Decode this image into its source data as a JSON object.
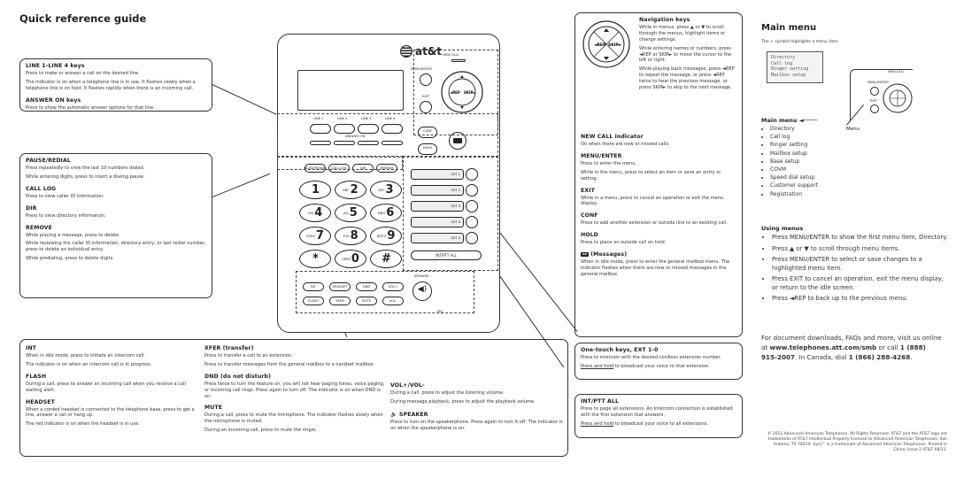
{
  "title": "Quick reference guide",
  "left_box1": {
    "s1_h": "LINE 1-LINE 4 keys",
    "s1_p1": "Press to make or answer a call on the desired line.",
    "s1_p2": "The indicator is on when a telephone line is in use. It flashes slowly when a telephone line is on hold. It flashes rapidly when there is an incoming call.",
    "s2_h": "ANSWER ON keys",
    "s2_p1": "Press to show the automatic answer options for that line."
  },
  "left_box2": {
    "s1_h": "PAUSE/REDIAL",
    "s1_p1": "Press repeatedly to view the last 10 numbers dialed.",
    "s1_p2": "While entering digits, press to insert a dialing pause.",
    "s2_h": "CALL LOG",
    "s2_p1": "Press to view caller ID information.",
    "s3_h": "DIR",
    "s3_p1": "Press to view directory information.",
    "s4_h": "REMOVE",
    "s4_p1": "While playing a message, press to delete.",
    "s4_p2": "While reviewing the caller ID information, directory entry, or last redial number, press to delete an individual entry.",
    "s4_p3": "While predialing, press to delete digits."
  },
  "bottom": {
    "int_h": "INT",
    "int_p1": "When in idle mode, press to initiate an intercom call.",
    "int_p2": "The indicator is on when an intercom call is in progress.",
    "flash_h": "FLASH",
    "flash_p1": "During a call, press to answer an incoming call when you receive a call waiting alert.",
    "headset_h": "HEADSET",
    "headset_p1": "When a corded headset is connected to the telephone base, press to get a line, answer a call or hang up.",
    "headset_p2": "The red indicator is on when the headset is in use.",
    "xfer_h": "XFER (transfer)",
    "xfer_p1": "Press to transfer a call to an extension.",
    "xfer_p2": "Press to transfer messages from the general mailbox to a handset mailbox.",
    "dnd_h": "DND (do not disturb)",
    "dnd_p1": "Press twice to turn the feature on; you will not hear paging tones, voice paging, or incoming call rings. Press again to turn off. The indicator is on when DND is on.",
    "mute_h": "MUTE",
    "mute_p1": "During a call, press to mute the microphone. The indicator flashes slowly when the microphone is muted.",
    "mute_p2": "During an incoming call, press to mute the ringer.",
    "vol_h": "VOL+/VOL-",
    "vol_p1": "During a call, press to adjust the listening volume.",
    "vol_p2": "During message playback, press to adjust the playback volume.",
    "spk_h": "🔈 SPEAKER",
    "spk_p1": "Press to turn on the speakerphone. Press again to turn it off. The indicator is on when the speakerphone is on."
  },
  "right_box": {
    "nav_h": "Navigation keys",
    "nav_p1": "While in menus, press ▲ or ▼ to scroll through the menus, highlight items or change settings.",
    "nav_p2": "While entering names or numbers, press ◄REP or SKIP► to move the cursor to the left or right.",
    "nav_p3": "While playing back messages, press ◄REP to repeat the message, or press ◄REP twice to hear the previous message, or press SKIP► to skip to the next message.",
    "new_h": "NEW CALL indicator",
    "new_p1": "On when there are new or missed calls.",
    "menu_h": "MENU/ENTER",
    "menu_p1": "Press to enter the menu.",
    "menu_p2": "While in the menu, press to select an item or save an entry or setting.",
    "exit_h": "EXIT",
    "exit_p1": "While in a menu, press to cancel an operation or exit the menu display.",
    "conf_h": "CONF",
    "conf_p1": "Press to add another extension or outside line to an existing call.",
    "hold_h": "HOLD",
    "hold_p1": "Press to place an outside call on hold.",
    "msg_h": "(Messages)",
    "msg_p1": "When in idle mode, press to enter the general mailbox menu. The indicator flashes when there are new or missed messages in the general mailbox."
  },
  "right_box2": {
    "h": "One-touch keys, EXT 1-0",
    "p1": "Press to intercom with the desired cordless extension number.",
    "p2a": "Press and hold",
    "p2b": " to broadcast your voice to that extension."
  },
  "right_box3": {
    "h": "INT/PTT ALL",
    "p1": "Press to page all extensions. An intercom connection is established with the first extension that answers.",
    "p2a": "Press and hold",
    "p2b": " to broadcast your voice to all extensions."
  },
  "main_menu": {
    "title": "Main menu",
    "note": "The > symbol highlights a menu item.",
    "lcd": [
      "Directory",
      "Call log",
      "Ringer setting",
      "Mailbox setup"
    ],
    "menu_label": "Menu",
    "mini_new_call": "NEW CALL",
    "mini_menu_enter": "MENU/ENTER",
    "mini_exit": "EXIT",
    "list_title": "Main menu",
    "items": [
      "Directory",
      "Call log",
      "Ringer setting",
      "Mailbox setup",
      "Base setup",
      "COVM",
      "Speed dial setup",
      "Customer support",
      "Registration"
    ],
    "using_title": "Using menus",
    "tips": [
      "Press MENU/ENTER to show the first menu item, Directory.",
      "Press ▲ or ▼ to scroll through menu items.",
      "Press MENU/ENTER to select or save changes to a highlighted menu item.",
      "Press EXIT to cancel an operation, exit the menu display, or return to the idle screen.",
      "Press ◄REP to back up to the previous menu."
    ],
    "dl_text": "For document downloads, FAQs and more, visit us online at",
    "dl_url": "www.telephones.att.com/smb",
    "dl_or": "or call",
    "dl_phone1": "1 (888) 915-2007",
    "dl_canada": ". In Canada, dial",
    "dl_phone2": "1 (866) 288-4268",
    "dl_end": ".",
    "copyright": "© 2011 Advanced American Telephones. All Rights Reserved. AT&T and the AT&T logo are trademarks of AT&T Intellectual Property licensed to Advanced American Telephones, San Antonio, TX 78219. Synj™ is a trademark of Advanced American Telephones. Printed in China. Issue 2 AT&T 08/11."
  },
  "phone": {
    "brand": "at&t",
    "new_call": "NEW CALL",
    "menu_enter": "MENU/ENTER",
    "exit": "EXIT",
    "rep": "◄REP",
    "skip": "SKIP►",
    "lines": [
      "LINE 1",
      "LINE 2",
      "LINE 3",
      "LINE 4"
    ],
    "answer_on": "ANSWER ON",
    "conf": "CONF",
    "hold": "HOLD",
    "func": [
      "PAUSE/REDIAL",
      "CALL LOG",
      "DIR",
      "REMOVE"
    ],
    "keys": [
      {
        "n": "1",
        "l": ""
      },
      {
        "n": "2",
        "l": "ABC"
      },
      {
        "n": "3",
        "l": "DEF"
      },
      {
        "n": "4",
        "l": "GHI"
      },
      {
        "n": "5",
        "l": "JKL"
      },
      {
        "n": "6",
        "l": "MNO"
      },
      {
        "n": "7",
        "l": "PQRS"
      },
      {
        "n": "8",
        "l": "TUV"
      },
      {
        "n": "9",
        "l": "WXYZ"
      },
      {
        "n": "*",
        "l": ""
      },
      {
        "n": "0",
        "l": "OPER"
      },
      {
        "n": "#",
        "l": ""
      }
    ],
    "ext": [
      "EXT 1",
      "EXT 2",
      "EXT 3",
      "EXT 4",
      "EXT 5"
    ],
    "int_ptt": "INT/PTT ALL",
    "bottom_row1": [
      "INT",
      "HEADSET",
      "DND",
      "VOL+"
    ],
    "bottom_row2": [
      "FLASH",
      "XFER",
      "MUTE",
      "VOL-"
    ],
    "speaker": "SPEAKER",
    "mic": "MIC"
  }
}
